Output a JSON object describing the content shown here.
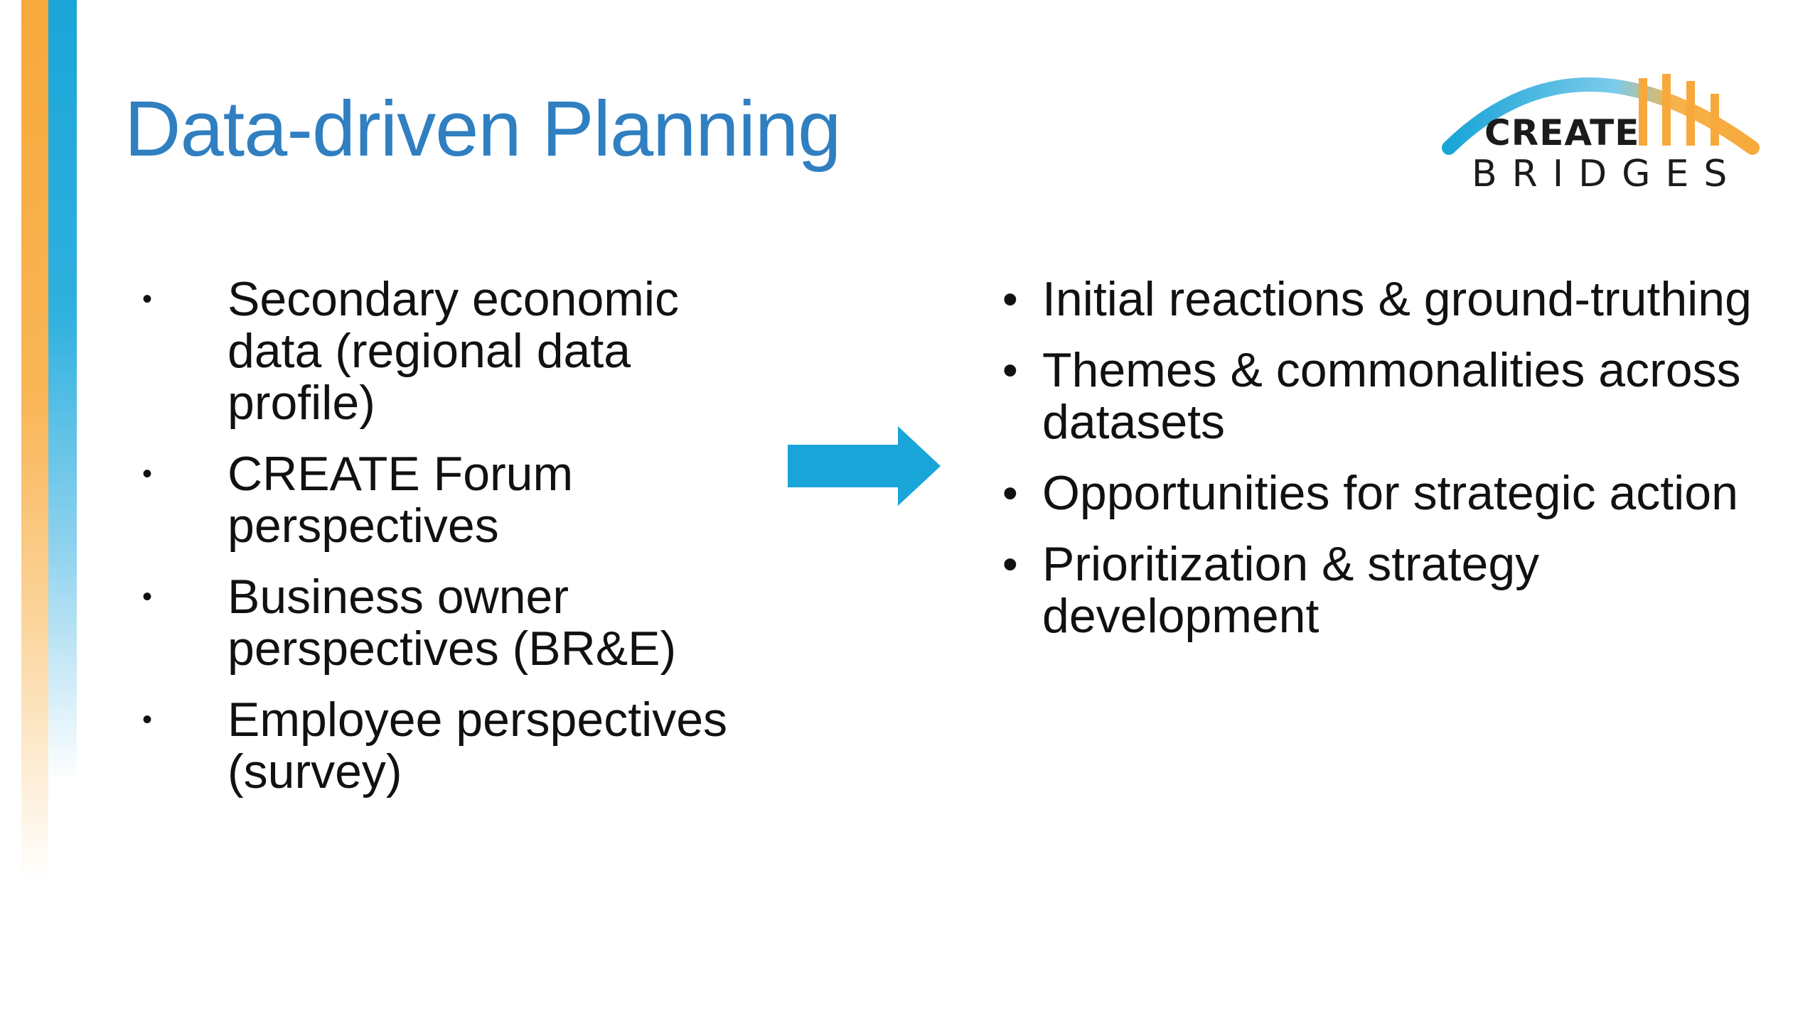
{
  "slide": {
    "title": "Data-driven Planning",
    "logo": {
      "line1": "CREATE",
      "line2": "BRIDGES"
    },
    "left_bullets": [
      "Secondary economic data (regional data profile)",
      "CREATE Forum perspectives",
      "Business owner perspectives (BR&E)",
      "Employee perspectives (survey)"
    ],
    "right_bullets": [
      "Initial reactions & ground-truthing",
      "Themes & commonalities across datasets",
      "Opportunities for strategic action",
      "Prioritization & strategy development"
    ],
    "bullet_left": "•",
    "bullet_right": "•"
  },
  "colors": {
    "title": "#2f7fc1",
    "arrow": "#1aa5d8",
    "accent_orange": "#f7a93b",
    "accent_blue": "#1aa5d8"
  },
  "icons": [
    "arrow-right-icon",
    "create-bridges-logo"
  ]
}
